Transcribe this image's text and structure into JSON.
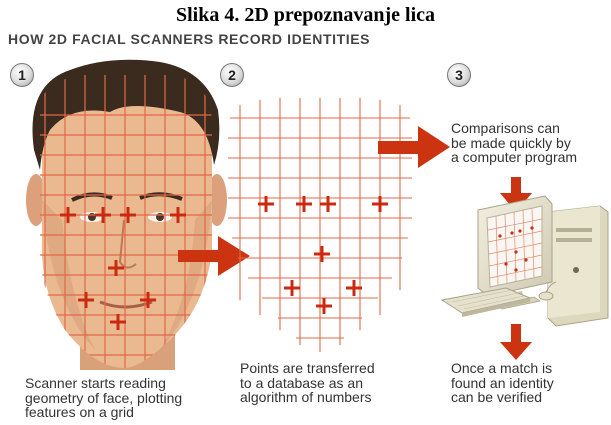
{
  "caption": "Slika 4. 2D prepoznavanje lica",
  "heading": "HOW 2D FACIAL SCANNERS RECORD IDENTITIES",
  "steps": [
    {
      "number": "1",
      "text": "Scanner starts reading\ngeometry of face, plotting\nfeatures on a grid"
    },
    {
      "number": "2",
      "text": "Points are transferred\nto a database as an\nalgorithm of numbers"
    },
    {
      "number": "3",
      "text_top": "Comparisons can\nbe made quickly by\na computer program",
      "text_bottom": "Once a match is\nfound an identity\ncan be verified"
    }
  ],
  "colors": {
    "accent": "#cc3311",
    "grid": "#e0694a",
    "skin": "#e8b48c",
    "hair": "#3b2a1e",
    "computer": "#e6e1cc"
  },
  "icons": [
    "face-illustration",
    "arrow-right-icon",
    "arrow-down-icon",
    "computer-icon"
  ]
}
